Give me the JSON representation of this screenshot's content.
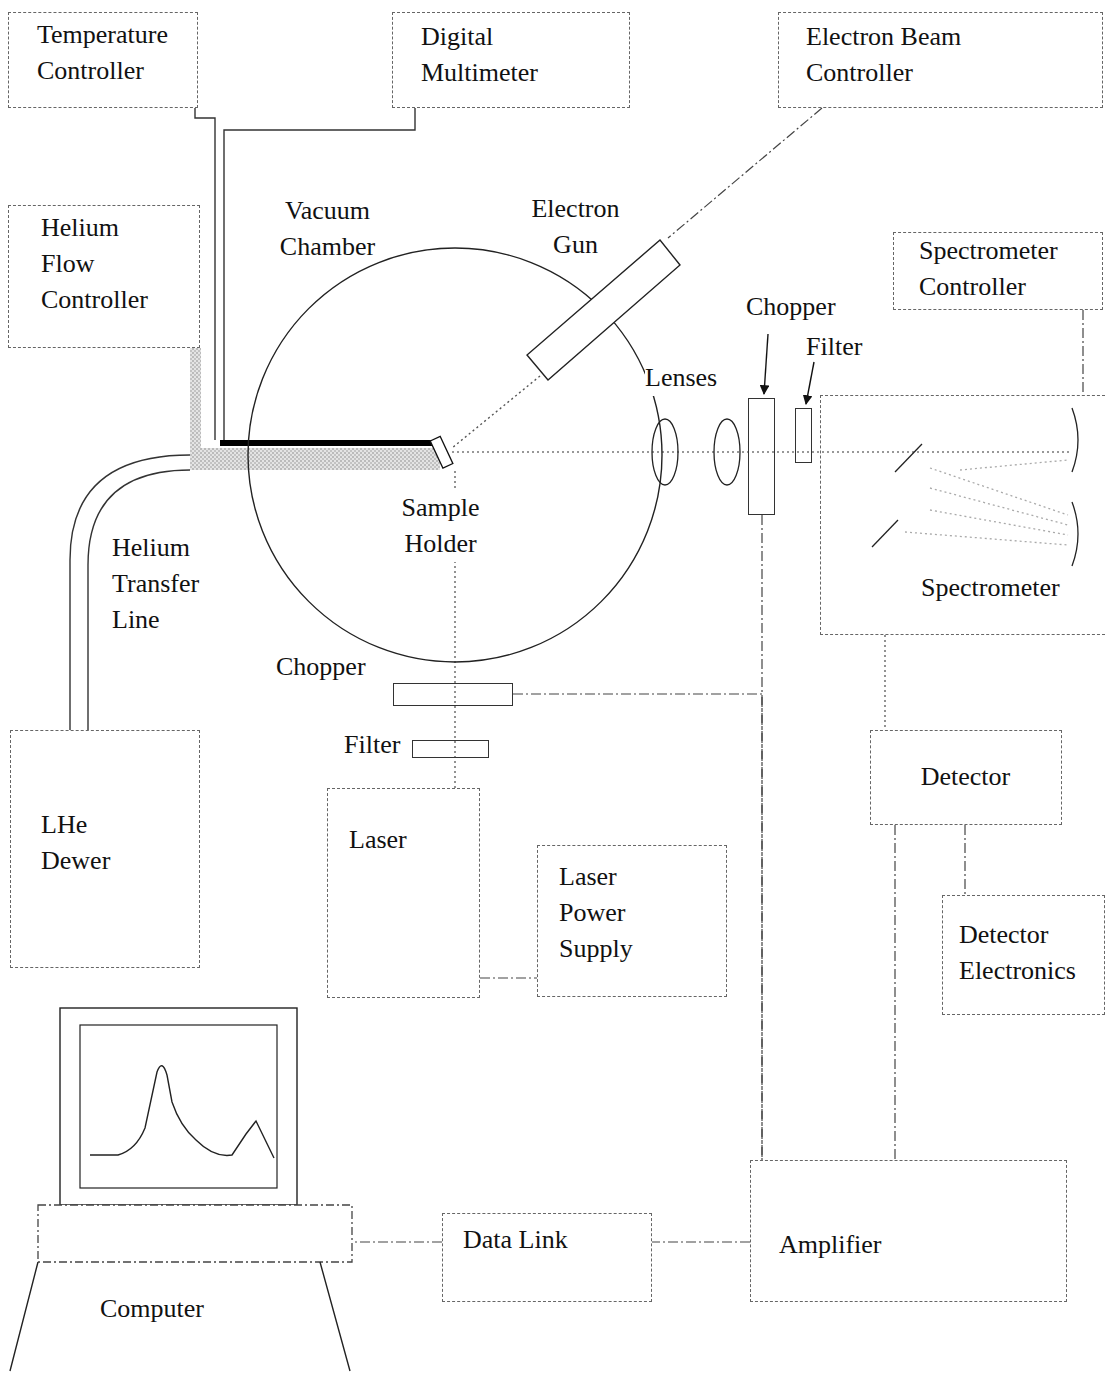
{
  "diagram": {
    "nodes": [
      {
        "text": [
          "Temperature Controller"
        ]
      },
      {
        "text": [
          "Digital Multimeter"
        ]
      },
      {
        "text": [
          "Electron Beam Controller"
        ]
      },
      {
        "text": [
          "Helium Flow Controller"
        ]
      },
      {
        "text": [
          "Vacuum Chamber"
        ]
      },
      {
        "text": [
          "Electron Gun"
        ]
      },
      {
        "text": [
          "Spectrometer Controller"
        ]
      },
      {
        "text": [
          "Chopper"
        ]
      },
      {
        "text": [
          "Filter"
        ]
      },
      {
        "text": [
          "Spectrometer"
        ]
      },
      {
        "text": [
          "Chopper"
        ]
      },
      {
        "text": [
          "Filter"
        ]
      },
      {
        "text": [
          "Laser"
        ]
      },
      {
        "text": [
          "Laser Power Supply"
        ]
      },
      {
        "text": [
          "LHe Dewer"
        ]
      },
      {
        "text": [
          "Detector"
        ]
      },
      {
        "text": [
          "Detector Electronics"
        ]
      },
      {
        "text": [
          "Computer"
        ]
      },
      {
        "text": [
          "Data Link"
        ]
      },
      {
        "text": [
          "Amplifier"
        ]
      }
    ],
    "edges": [
      {
        "from": 2,
        "to": 5,
        "arrow": "none"
      },
      {
        "from": 6,
        "to": 9,
        "arrow": "none"
      },
      {
        "from": 9,
        "to": 15,
        "arrow": "none"
      },
      {
        "from": 15,
        "to": 16,
        "arrow": "none"
      },
      {
        "from": 15,
        "to": 19,
        "arrow": "none"
      },
      {
        "from": 7,
        "to": 19,
        "arrow": "none"
      },
      {
        "from": 10,
        "to": 19,
        "arrow": "none"
      },
      {
        "from": 12,
        "to": 13,
        "arrow": "none"
      },
      {
        "from": 19,
        "to": 18,
        "arrow": "none"
      },
      {
        "from": 18,
        "to": 17,
        "arrow": "none"
      }
    ],
    "labels": [
      "Sample Holder",
      "Lenses",
      "Helium Transfer Line"
    ]
  }
}
